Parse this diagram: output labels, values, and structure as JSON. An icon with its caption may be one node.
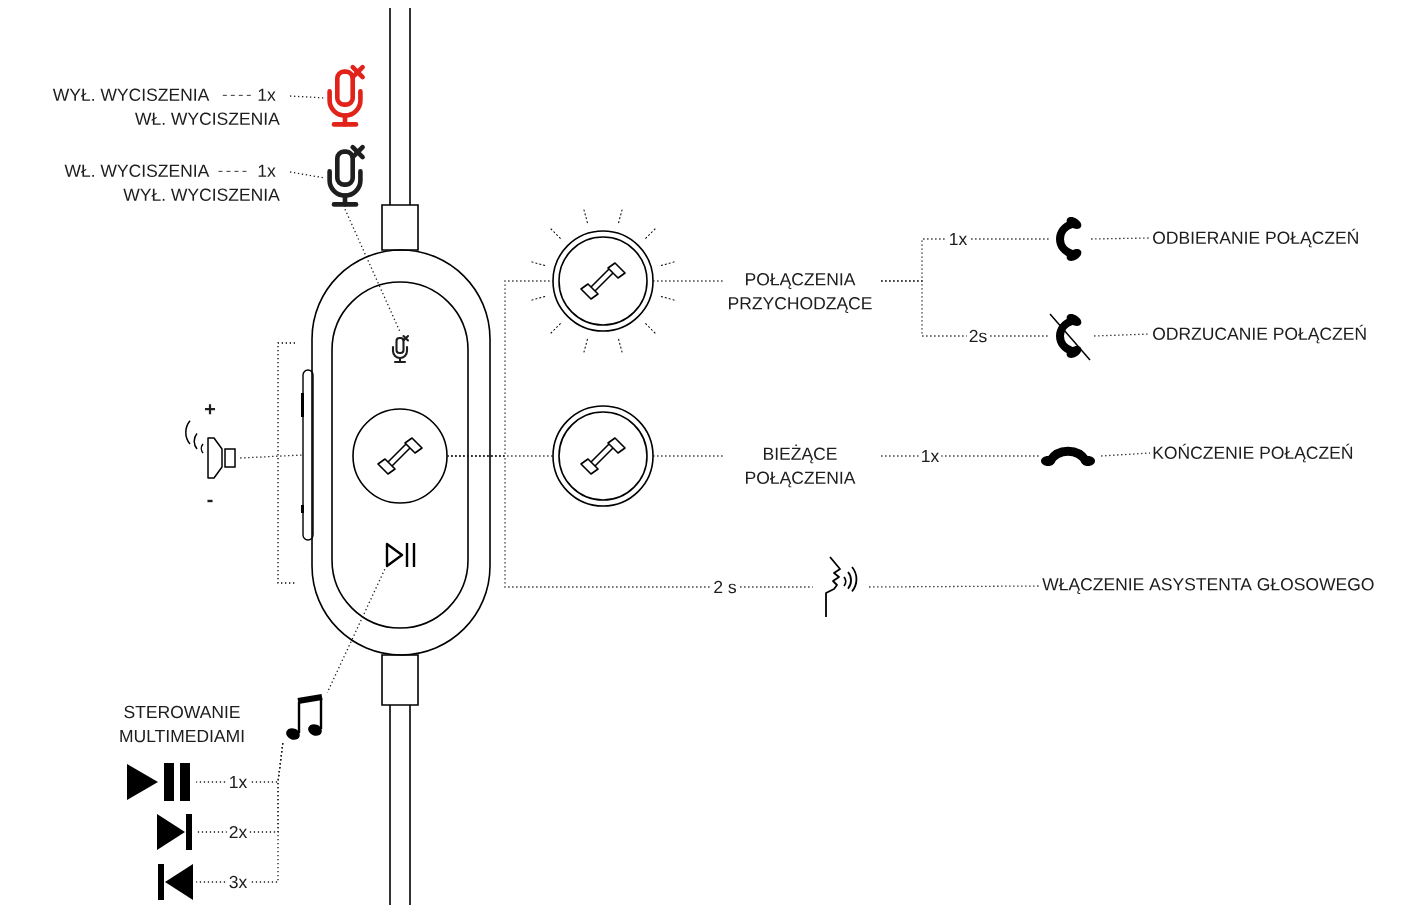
{
  "diagram": {
    "nodes": [
      {
        "text": [
          "WYŁ. WYCISZENIA",
          "1x",
          "WŁ. WYCISZENIA"
        ]
      },
      {
        "text": [],
        "shape": "microphone"
      },
      {
        "text": [
          "WŁ. WYCISZENIA",
          "1x",
          "WYŁ. WYCISZENIA"
        ]
      },
      {
        "text": [],
        "shape": "microphone"
      },
      {
        "text": [],
        "shape": "pill"
      },
      {
        "text": [],
        "shape": "microphone",
        "in": 4
      },
      {
        "text": [],
        "shape": "circle",
        "in": 4
      },
      {
        "text": [],
        "shape": "button",
        "in": 4
      },
      {
        "text": [],
        "shape": "bar"
      },
      {
        "text": [],
        "shape": "speaker",
        "beside": [
          "+",
          "-"
        ]
      },
      {
        "text": [],
        "shape": "circle"
      },
      {
        "text": [
          "POŁĄCZENIA PRZYCHODZĄCE"
        ]
      },
      {
        "text": [],
        "shape": "phone"
      },
      {
        "text": [
          "ODBIERANIE POŁĄCZEŃ"
        ]
      },
      {
        "text": [],
        "shape": "phone"
      },
      {
        "text": [
          "ODRZUCANIE POŁĄCZEŃ"
        ]
      },
      {
        "text": [],
        "shape": "circle"
      },
      {
        "text": [
          "BIEŻĄCE POŁĄCZENIA"
        ]
      },
      {
        "text": [],
        "shape": "phone"
      },
      {
        "text": [
          "KOŃCZENIE POŁĄCZEŃ"
        ]
      },
      {
        "text": [],
        "shape": "person"
      },
      {
        "text": [
          "WŁĄCZENIE ASYSTENTA GŁOSOWEGO"
        ]
      },
      {
        "text": [],
        "shape": "note"
      },
      {
        "text": [],
        "shape": "triangle"
      },
      {
        "text": [],
        "shape": "triangle"
      },
      {
        "text": [],
        "shape": "triangle"
      }
    ],
    "edges": [
      {
        "from": 0,
        "to": 1,
        "arrow": "none"
      },
      {
        "from": 2,
        "to": 3,
        "arrow": "none"
      },
      {
        "from": 3,
        "to": 5,
        "arrow": "none"
      },
      {
        "from": 9,
        "to": 8,
        "arrow": "none"
      },
      {
        "from": 6,
        "to": 10,
        "arrow": "none"
      },
      {
        "from": 6,
        "to": 16,
        "arrow": "none"
      },
      {
        "from": 6,
        "to": 20,
        "arrow": "none",
        "label": "2 s"
      },
      {
        "from": 10,
        "to": 11,
        "arrow": "none"
      },
      {
        "from": 11,
        "to": 12,
        "arrow": "none",
        "label": "1x"
      },
      {
        "from": 11,
        "to": 14,
        "arrow": "none",
        "label": "2s"
      },
      {
        "from": 12,
        "to": 13,
        "arrow": "none"
      },
      {
        "from": 14,
        "to": 15,
        "arrow": "none"
      },
      {
        "from": 16,
        "to": 17,
        "arrow": "none"
      },
      {
        "from": 17,
        "to": 18,
        "arrow": "none",
        "label": "1x"
      },
      {
        "from": 18,
        "to": 19,
        "arrow": "none"
      },
      {
        "from": 20,
        "to": 21,
        "arrow": "none"
      },
      {
        "from": 7,
        "to": 22,
        "arrow": "none"
      },
      {
        "from": 22,
        "to": 23,
        "arrow": "none",
        "label": "1x"
      },
      {
        "from": 22,
        "to": 24,
        "arrow": "none",
        "label": "2x"
      },
      {
        "from": 22,
        "to": 25,
        "arrow": "none",
        "label": "3x"
      }
    ],
    "labels": [
      "STEROWANIE MULTIMEDIAMI"
    ]
  }
}
